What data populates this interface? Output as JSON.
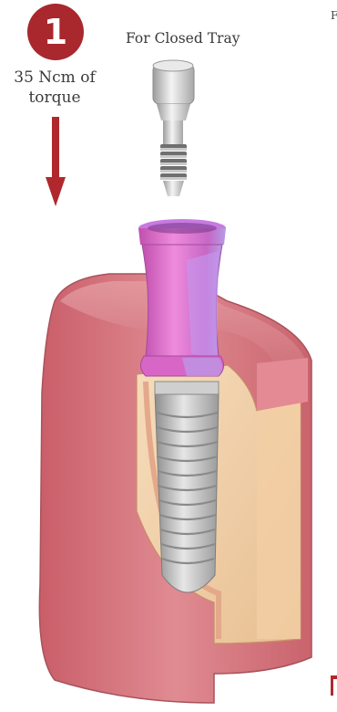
{
  "step": {
    "number": "1",
    "badge_color": "#a8282d"
  },
  "torque_label": "35 Ncm of torque",
  "tray_label": "For Closed Tray",
  "edge_fragment": "F",
  "colors": {
    "arrow": "#b0282d",
    "gum": "#d7767e",
    "gum_dark": "#b65a63",
    "bone": "#f2d3ad",
    "implant": "#b9b9b9",
    "transfer": "#d86ac6",
    "screw": "#dadada"
  }
}
